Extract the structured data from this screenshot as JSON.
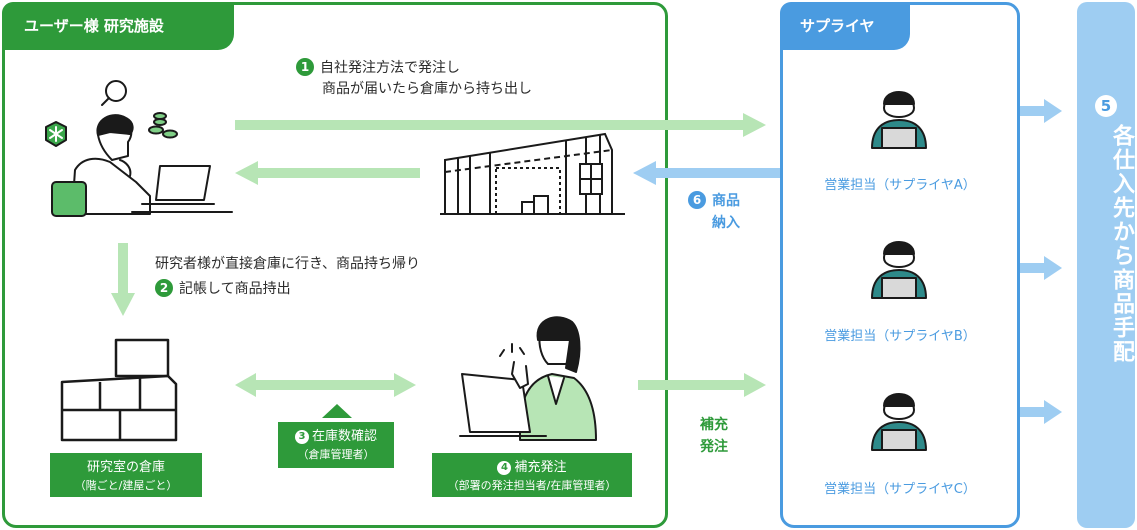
{
  "user_panel": {
    "title": "ユーザー様 研究施設"
  },
  "supplier_panel": {
    "title": "サプライヤ"
  },
  "right_bar": {
    "number": "5",
    "text": "各仕入先から商品手配"
  },
  "step1": {
    "number": "1",
    "line1": "自社発注方法で発注し",
    "line2": "商品が届いたら倉庫から持ち出し"
  },
  "step2": {
    "number": "2",
    "line1": "研究者様が直接倉庫に行き、商品持ち帰り",
    "line2": "記帳して商品持出"
  },
  "step3": {
    "number": "3",
    "title": "在庫数確認",
    "sub": "（倉庫管理者）"
  },
  "step4": {
    "number": "4",
    "title": "補充発注",
    "sub": "（部署の発注担当者/在庫管理者）"
  },
  "step6": {
    "number": "6",
    "line1": "商品",
    "line2": "納入"
  },
  "restock": {
    "line1": "補充",
    "line2": "発注"
  },
  "lab_room": {
    "title": "研究室の倉庫",
    "sub": "（階ごと/建屋ごと）"
  },
  "suppliers": [
    {
      "label": "営業担当（サプライヤA）"
    },
    {
      "label": "営業担当（サプライヤB）"
    },
    {
      "label": "営業担当（サプライヤC）"
    }
  ],
  "colors": {
    "green": "#2e9a3a",
    "light_green": "#b7e5b5",
    "blue": "#4a9be0",
    "light_blue": "#9ecdf2"
  }
}
